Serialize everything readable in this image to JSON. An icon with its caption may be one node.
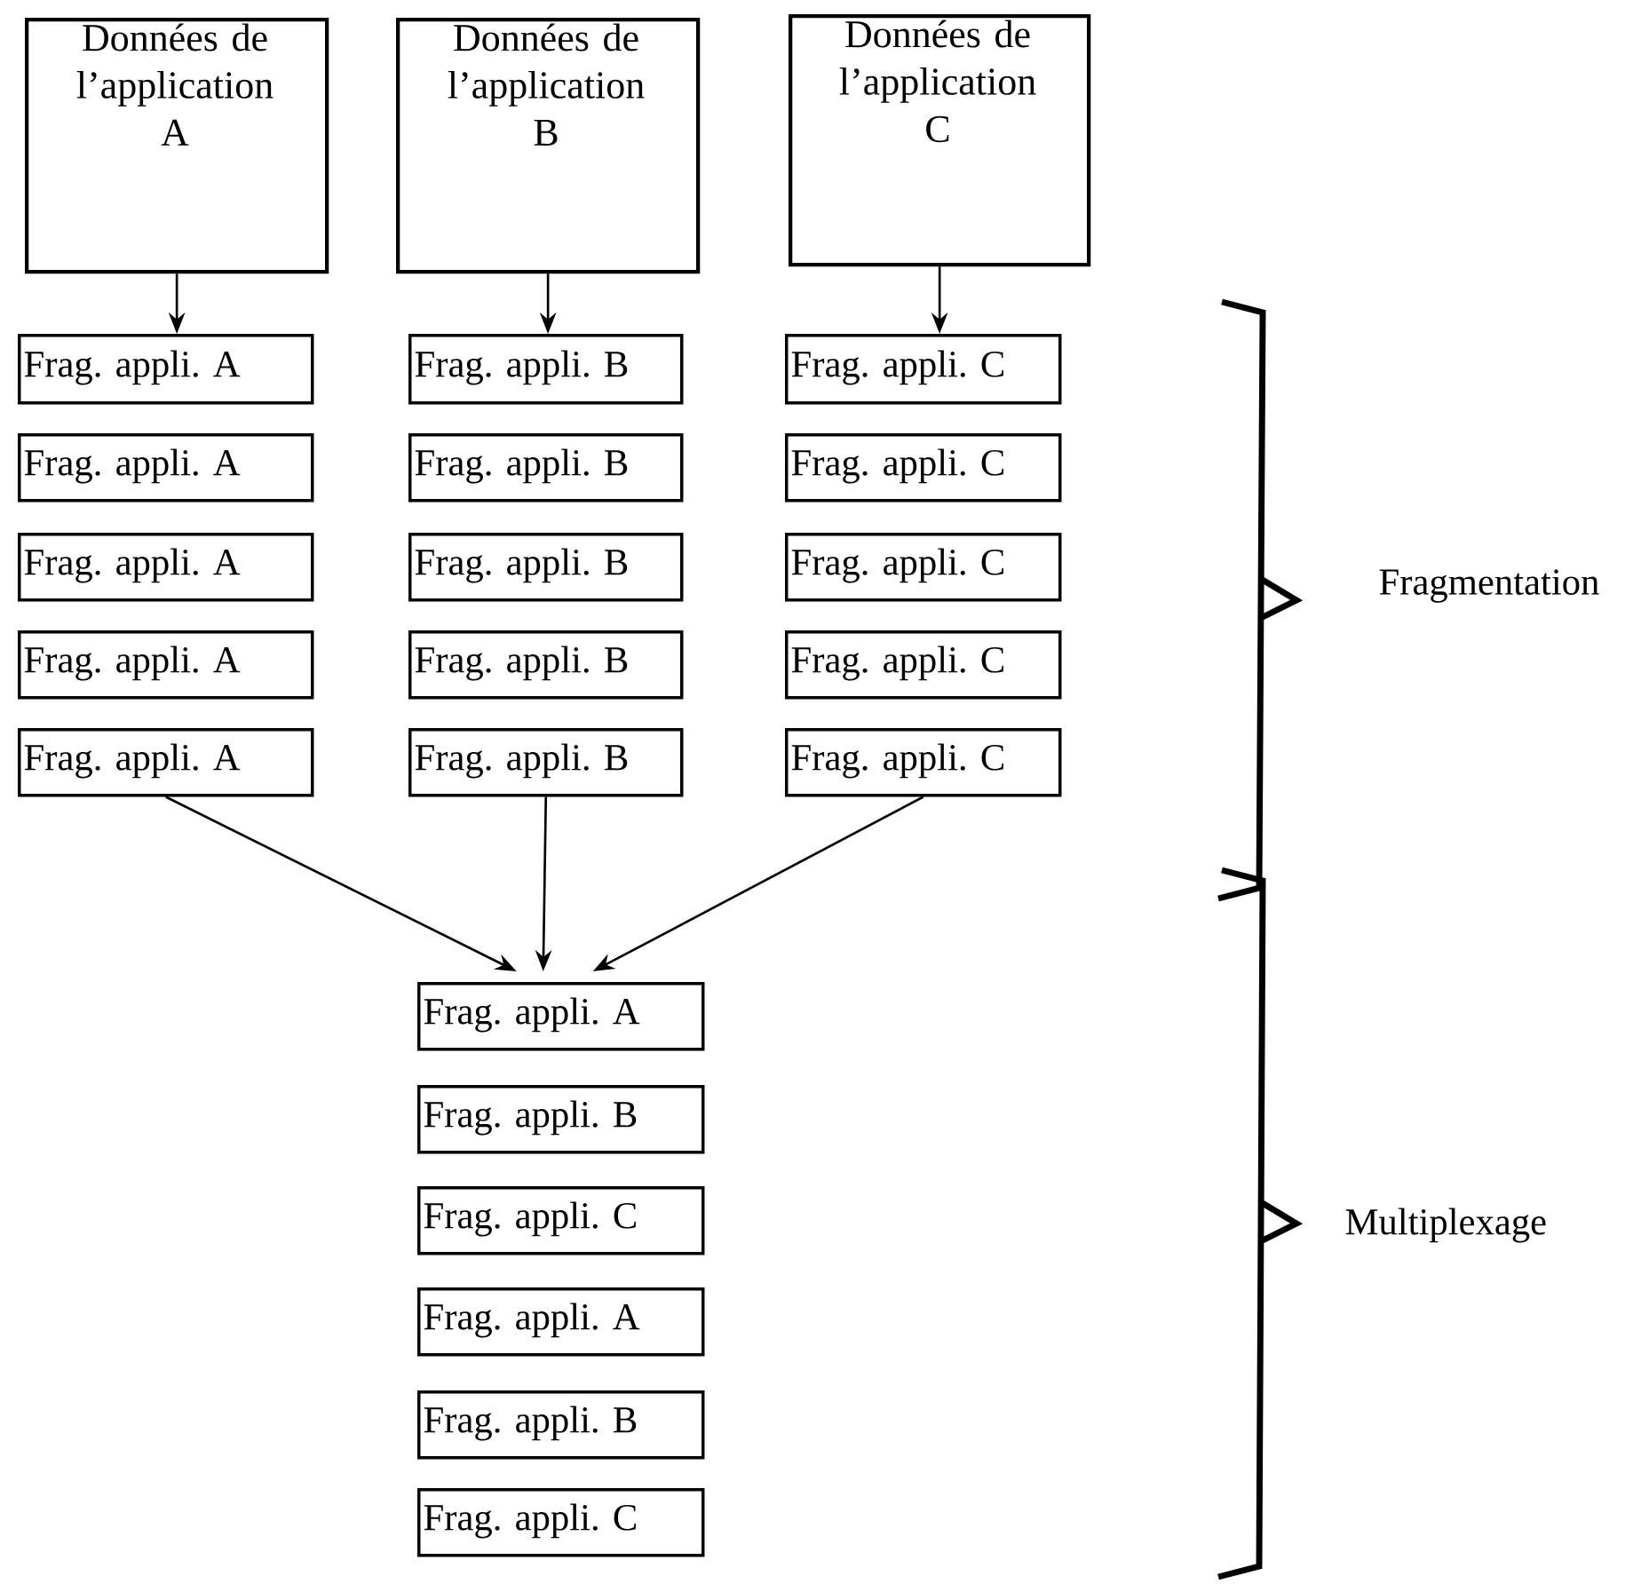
{
  "diagram": {
    "nodes": [
      {
        "text": [
          "Données de l’application A"
        ]
      },
      {
        "text": [
          "Données de l’application B"
        ]
      },
      {
        "text": [
          "Données de l’application C"
        ]
      },
      {
        "text": [
          "Frag. appli. A"
        ]
      },
      {
        "text": [
          "Frag. appli. A"
        ]
      },
      {
        "text": [
          "Frag. appli. A"
        ]
      },
      {
        "text": [
          "Frag. appli. A"
        ]
      },
      {
        "text": [
          "Frag. appli. A"
        ]
      },
      {
        "text": [
          "Frag. appli. B"
        ]
      },
      {
        "text": [
          "Frag. appli. B"
        ]
      },
      {
        "text": [
          "Frag. appli. B"
        ]
      },
      {
        "text": [
          "Frag. appli. B"
        ]
      },
      {
        "text": [
          "Frag. appli. B"
        ]
      },
      {
        "text": [
          "Frag. appli. C"
        ]
      },
      {
        "text": [
          "Frag. appli. C"
        ]
      },
      {
        "text": [
          "Frag. appli. C"
        ]
      },
      {
        "text": [
          "Frag. appli. C"
        ]
      },
      {
        "text": [
          "Frag. appli. C"
        ]
      },
      {
        "text": [
          "Frag. appli. A"
        ]
      },
      {
        "text": [
          "Frag. appli. B"
        ]
      },
      {
        "text": [
          "Frag. appli. C"
        ]
      },
      {
        "text": [
          "Frag. appli. A"
        ]
      },
      {
        "text": [
          "Frag. appli. B"
        ]
      },
      {
        "text": [
          "Frag. appli. C"
        ]
      }
    ],
    "edges": [
      {
        "from": 0,
        "to": 3,
        "arrow": "to"
      },
      {
        "from": 1,
        "to": 8,
        "arrow": "to"
      },
      {
        "from": 2,
        "to": 13,
        "arrow": "to"
      },
      {
        "from": 7,
        "to": 18,
        "arrow": "to"
      },
      {
        "from": 12,
        "to": 18,
        "arrow": "to"
      },
      {
        "from": 17,
        "to": 18,
        "arrow": "to"
      }
    ],
    "labels": [
      "Fragmentation",
      "Multiplexage"
    ]
  }
}
